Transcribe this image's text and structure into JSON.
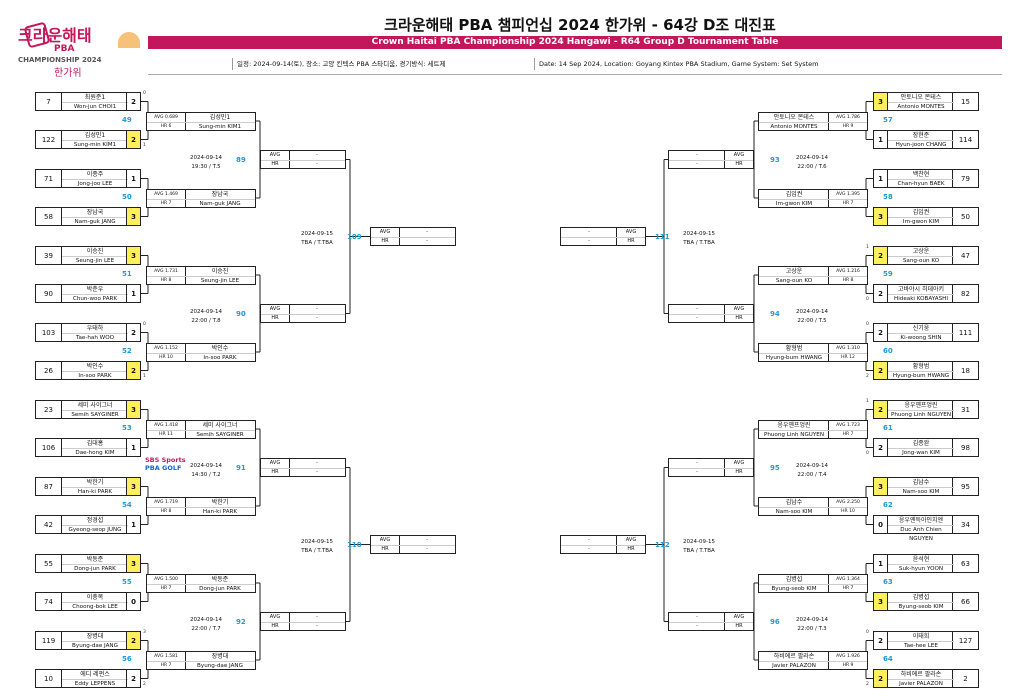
{
  "header": {
    "logo_korean": "크라운해태",
    "logo_pba": "PBA",
    "logo_championship": "CHAMPIONSHIP 2024",
    "logo_hangawi": "한가위",
    "title_korean": "크라운해태 PBA 챔피언십 2024 한가위 - 64강 D조 대진표",
    "title_english": "Crown Haitai PBA Championship 2024 Hangawi - R64 Group D Tournament Table",
    "info_korean": "일정: 2024-09-14(토), 장소: 고양 킨텍스 PBA 스타디움, 경기방식: 세트제",
    "info_english": "Date: 14 Sep 2024, Location: Goyang Kintex PBA Stadium, Game System: Set System"
  },
  "partner_logo": {
    "left": "SBS Sports",
    "right": "PBA GOLF"
  },
  "r64": {
    "left": [
      {
        "seed": "7",
        "ko": "최원준1",
        "en": "Won-jun CHOI1",
        "score": "2",
        "win": false,
        "mini": "0"
      },
      {
        "seed": "122",
        "ko": "김성민1",
        "en": "Sung-min KIM1",
        "score": "2",
        "win": true,
        "mini": "1"
      },
      {
        "seed": "71",
        "ko": "이종주",
        "en": "Jong-joo LEE",
        "score": "1",
        "win": false,
        "mini": ""
      },
      {
        "seed": "58",
        "ko": "장남국",
        "en": "Nam-guk JANG",
        "score": "3",
        "win": true,
        "mini": ""
      },
      {
        "seed": "39",
        "ko": "이승진",
        "en": "Seung-jin LEE",
        "score": "3",
        "win": true,
        "mini": ""
      },
      {
        "seed": "90",
        "ko": "박춘우",
        "en": "Chun-woo PARK",
        "score": "1",
        "win": false,
        "mini": ""
      },
      {
        "seed": "103",
        "ko": "우태하",
        "en": "Tae-hah WOO",
        "score": "2",
        "win": false,
        "mini": "0"
      },
      {
        "seed": "26",
        "ko": "박인수",
        "en": "In-soo PARK",
        "score": "2",
        "win": true,
        "mini": "1"
      },
      {
        "seed": "23",
        "ko": "세미 사이그너",
        "en": "Semih SAYGINER",
        "score": "3",
        "win": true,
        "mini": ""
      },
      {
        "seed": "106",
        "ko": "김대홍",
        "en": "Dae-hong KIM",
        "score": "1",
        "win": false,
        "mini": ""
      },
      {
        "seed": "87",
        "ko": "박한기",
        "en": "Han-ki PARK",
        "score": "3",
        "win": true,
        "mini": ""
      },
      {
        "seed": "42",
        "ko": "정경섭",
        "en": "Gyeong-seop JUNG",
        "score": "1",
        "win": false,
        "mini": ""
      },
      {
        "seed": "55",
        "ko": "박동준",
        "en": "Dong-jun PARK",
        "score": "3",
        "win": true,
        "mini": ""
      },
      {
        "seed": "74",
        "ko": "이충복",
        "en": "Choong-bok LEE",
        "score": "0",
        "win": false,
        "mini": ""
      },
      {
        "seed": "119",
        "ko": "장병대",
        "en": "Byung-dae JANG",
        "score": "2",
        "win": true,
        "mini": "3"
      },
      {
        "seed": "10",
        "ko": "에디 레펀스",
        "en": "Eddy LEPPENS",
        "score": "2",
        "win": false,
        "mini": "2"
      }
    ],
    "right": [
      {
        "seed": "15",
        "ko": "안토니오 몬테스",
        "en": "Antonio MONTES",
        "score": "3",
        "win": true,
        "mini": ""
      },
      {
        "seed": "114",
        "ko": "장현준",
        "en": "Hyun-joon CHANG",
        "score": "1",
        "win": false,
        "mini": ""
      },
      {
        "seed": "79",
        "ko": "백찬현",
        "en": "Chan-hyun BAEK",
        "score": "1",
        "win": false,
        "mini": ""
      },
      {
        "seed": "50",
        "ko": "김임권",
        "en": "Im-gwon KIM",
        "score": "3",
        "win": true,
        "mini": ""
      },
      {
        "seed": "47",
        "ko": "고상운",
        "en": "Sang-oun KO",
        "score": "2",
        "win": true,
        "mini": "1"
      },
      {
        "seed": "82",
        "ko": "고바야시 히데아키",
        "en": "Hideaki KOBAYASHI",
        "score": "2",
        "win": false,
        "mini": "0"
      },
      {
        "seed": "111",
        "ko": "신기웅",
        "en": "Ki-woong SHIN",
        "score": "2",
        "win": false,
        "mini": "0"
      },
      {
        "seed": "18",
        "ko": "황형범",
        "en": "Hyung-bum HWANG",
        "score": "2",
        "win": true,
        "mini": "2"
      },
      {
        "seed": "31",
        "ko": "응우옌프엉린",
        "en": "Phuong Linh NGUYEN",
        "score": "2",
        "win": true,
        "mini": "1"
      },
      {
        "seed": "98",
        "ko": "김종완",
        "en": "Jong-wan KIM",
        "score": "2",
        "win": false,
        "mini": "0"
      },
      {
        "seed": "95",
        "ko": "김남수",
        "en": "Nam-soo KIM",
        "score": "3",
        "win": true,
        "mini": ""
      },
      {
        "seed": "34",
        "ko": "응우옌득아인치엔",
        "en": "Duc Anh Chien NGUYEN",
        "score": "0",
        "win": false,
        "mini": ""
      },
      {
        "seed": "63",
        "ko": "윤석현",
        "en": "Suk-hyun YOON",
        "score": "1",
        "win": false,
        "mini": ""
      },
      {
        "seed": "66",
        "ko": "김병섭",
        "en": "Byung-seob KIM",
        "score": "3",
        "win": true,
        "mini": ""
      },
      {
        "seed": "127",
        "ko": "이태희",
        "en": "Tae-hee LEE",
        "score": "2",
        "win": false,
        "mini": "0"
      },
      {
        "seed": "2",
        "ko": "하비에르 팔라손",
        "en": "Javier PALAZON",
        "score": "2",
        "win": true,
        "mini": "2"
      }
    ]
  },
  "match_numbers": {
    "left": [
      "49",
      "50",
      "51",
      "52",
      "53",
      "54",
      "55",
      "56"
    ],
    "right": [
      "57",
      "58",
      "59",
      "60",
      "61",
      "62",
      "63",
      "64"
    ]
  },
  "r32": {
    "left": [
      {
        "avg": "AVG 0.689",
        "hr": "HR 6",
        "ko": "김성민1",
        "en": "Sung-min KIM1"
      },
      {
        "avg": "AVG 1.469",
        "hr": "HR 7",
        "ko": "장남국",
        "en": "Nam-guk JANG"
      },
      {
        "avg": "AVG 1.731",
        "hr": "HR 8",
        "ko": "이승진",
        "en": "Seung-jin LEE"
      },
      {
        "avg": "AVG 1.152",
        "hr": "HR 10",
        "ko": "박인수",
        "en": "In-soo PARK"
      },
      {
        "avg": "AVG 1.418",
        "hr": "HR 11",
        "ko": "세미 사이그너",
        "en": "Semih SAYGINER"
      },
      {
        "avg": "AVG 1.719",
        "hr": "HR 8",
        "ko": "박한기",
        "en": "Han-ki PARK"
      },
      {
        "avg": "AVG 1.500",
        "hr": "HR 7",
        "ko": "박동준",
        "en": "Dong-jun PARK"
      },
      {
        "avg": "AVG 1.581",
        "hr": "HR 7",
        "ko": "장병대",
        "en": "Byung-dae JANG"
      }
    ],
    "right": [
      {
        "avg": "AVG 1.786",
        "hr": "HR 9",
        "ko": "안토니오 몬테스",
        "en": "Antonio MONTES"
      },
      {
        "avg": "AVG 1.395",
        "hr": "HR 7",
        "ko": "김임권",
        "en": "Im-gwon KIM"
      },
      {
        "avg": "AVG 1.216",
        "hr": "HR 8",
        "ko": "고상운",
        "en": "Sang-oun KO"
      },
      {
        "avg": "AVG 1.310",
        "hr": "HR 12",
        "ko": "황형범",
        "en": "Hyung-bum HWANG"
      },
      {
        "avg": "AVG 1.723",
        "hr": "HR 7",
        "ko": "응우옌프엉린",
        "en": "Phuong Linh NGUYEN"
      },
      {
        "avg": "AVG 2.250",
        "hr": "HR 10",
        "ko": "김남수",
        "en": "Nam-soo KIM"
      },
      {
        "avg": "AVG 1.364",
        "hr": "HR 7",
        "ko": "김병섭",
        "en": "Byung-seob KIM"
      },
      {
        "avg": "AVG 1.926",
        "hr": "HR 9",
        "ko": "하비에르 팔라손",
        "en": "Javier PALAZON"
      }
    ]
  },
  "r32_info": {
    "left": [
      {
        "num": "89",
        "date": "2024-09-14",
        "time": "19:30 / T.5"
      },
      {
        "num": "90",
        "date": "2024-09-14",
        "time": "22:00 / T.8"
      },
      {
        "num": "91",
        "date": "2024-09-14",
        "time": "14:30 / T.2"
      },
      {
        "num": "92",
        "date": "2024-09-14",
        "time": "22:00 / T.7"
      }
    ],
    "right": [
      {
        "num": "93",
        "date": "2024-09-14",
        "time": "22:00 / T.6"
      },
      {
        "num": "94",
        "date": "2024-09-14",
        "time": "22:00 / T.5"
      },
      {
        "num": "95",
        "date": "2024-09-14",
        "time": "22:00 / T.4"
      },
      {
        "num": "96",
        "date": "2024-09-14",
        "time": "22:00 / T.3"
      }
    ]
  },
  "r16_info": {
    "left": [
      {
        "num": "109",
        "date": "2024-09-15",
        "time": "TBA / T.TBA"
      },
      {
        "num": "110",
        "date": "2024-09-15",
        "time": "TBA / T.TBA"
      }
    ],
    "right": [
      {
        "num": "111",
        "date": "2024-09-15",
        "time": "TBA / T.TBA"
      },
      {
        "num": "112",
        "date": "2024-09-15",
        "time": "TBA / T.TBA"
      }
    ]
  },
  "tbd": {
    "avg_label": "AVG",
    "hr_label": "HR",
    "dash": "-"
  }
}
